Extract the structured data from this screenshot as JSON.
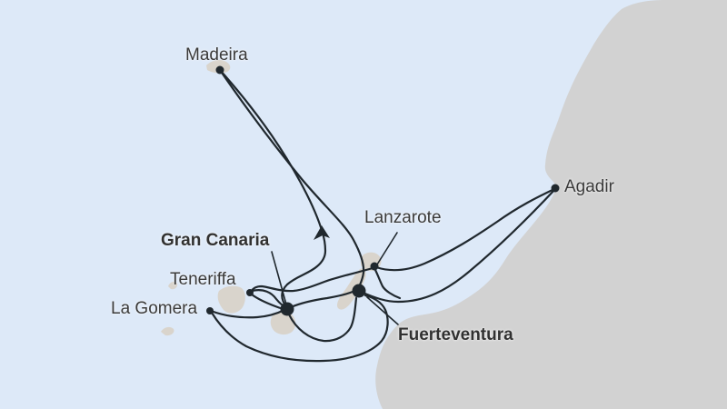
{
  "map": {
    "kind": "cruise-route-map",
    "colors": {
      "sea": "#dde9f8",
      "land": "#d2d2d2",
      "island": "#d9d4cc",
      "route": "#20282e",
      "label": "#3a3a3a"
    },
    "ports": [
      {
        "id": "madeira",
        "label": "Madeira",
        "emphasized": false
      },
      {
        "id": "agadir",
        "label": "Agadir",
        "emphasized": false
      },
      {
        "id": "lanzarote",
        "label": "Lanzarote",
        "emphasized": false
      },
      {
        "id": "gran-canaria",
        "label": "Gran Canaria",
        "emphasized": true
      },
      {
        "id": "teneriffa",
        "label": "Teneriffa",
        "emphasized": false
      },
      {
        "id": "la-gomera",
        "label": "La Gomera",
        "emphasized": false
      },
      {
        "id": "fuerteventura",
        "label": "Fuerteventura",
        "emphasized": true
      }
    ],
    "route_direction_arrow": "points toward Madeira"
  }
}
